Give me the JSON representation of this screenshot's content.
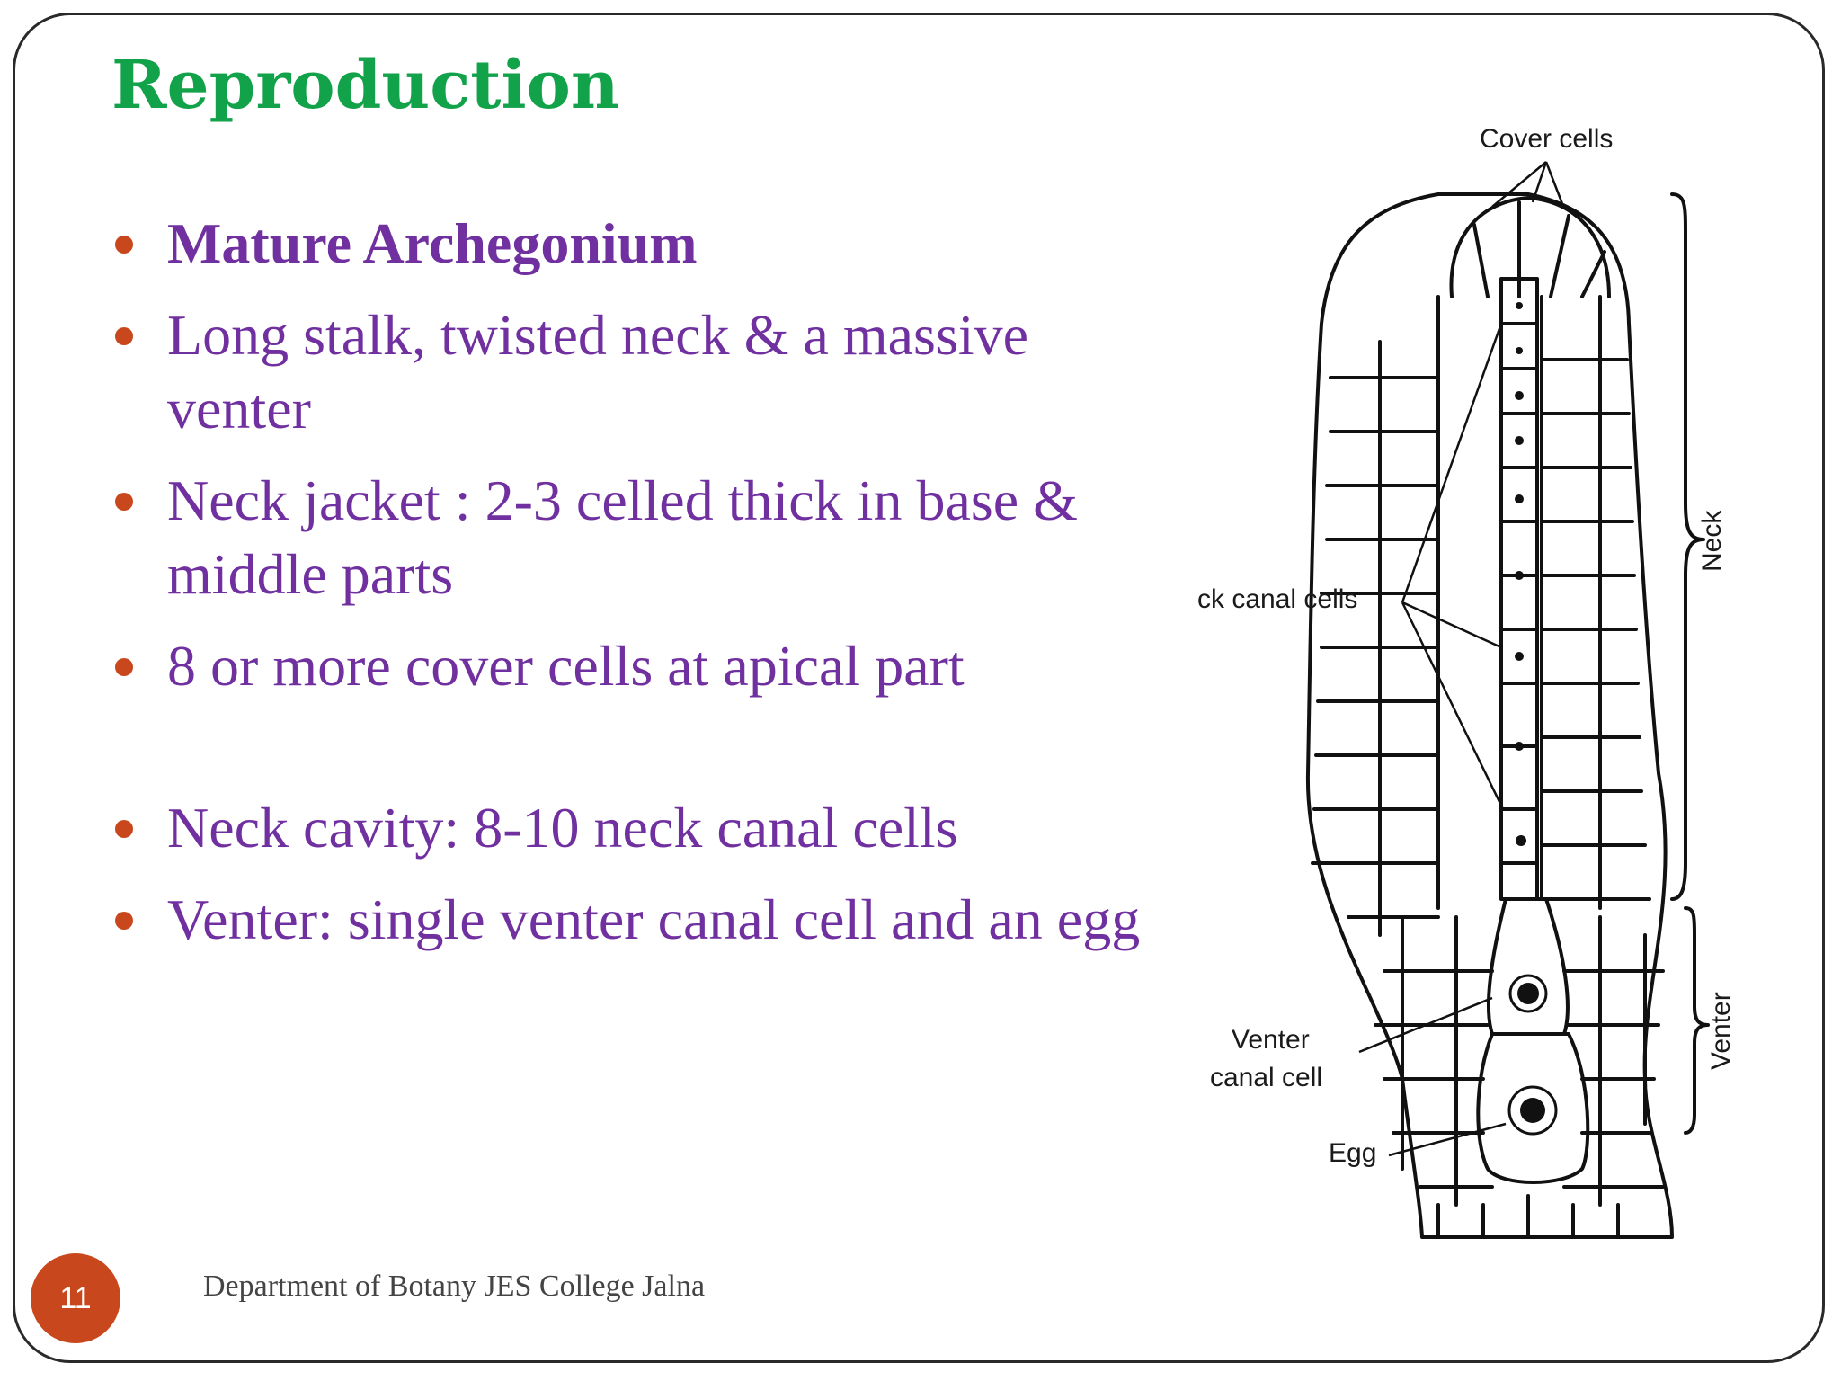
{
  "slide": {
    "title": "Reproduction",
    "bullets": [
      "Mature Archegonium",
      "Long stalk, twisted neck & a massive venter",
      "Neck jacket : 2-3 celled thick in base & middle parts",
      "8 or more cover cells at apical part",
      "Neck cavity: 8-10 neck canal cells",
      "Venter: single venter canal cell and an egg"
    ],
    "slide_number": "11",
    "footer": "Department of Botany JES College Jalna"
  },
  "diagram": {
    "labels": {
      "cover_cells": "Cover cells",
      "neck_canal_cells": "ck canal cells",
      "neck": "Neck",
      "venter": "Venter",
      "venter_canal_cell_line1": "Venter",
      "venter_canal_cell_line2": "canal cell",
      "egg": "Egg"
    }
  },
  "colors": {
    "title": "#12a24a",
    "text": "#7030a0",
    "bullet": "#c9471c",
    "slide_number_bg": "#c9471c"
  }
}
